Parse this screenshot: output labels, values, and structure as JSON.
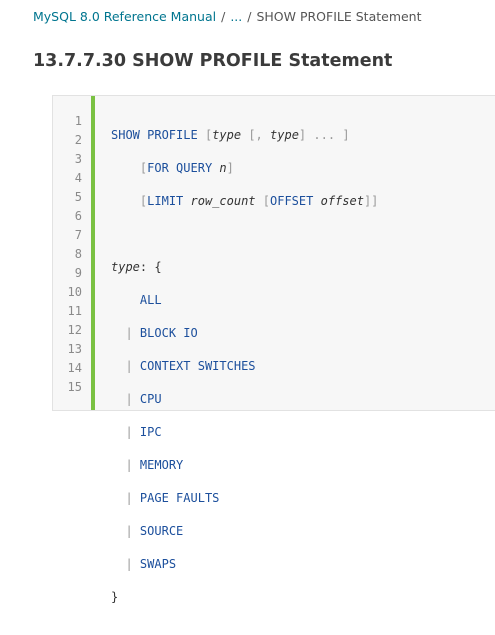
{
  "breadcrumb": {
    "manual": "MySQL 8.0 Reference Manual",
    "sep1": "/",
    "ellipsis": "...",
    "sep2": "/",
    "current": "SHOW PROFILE Statement"
  },
  "page_title": "13.7.7.30 SHOW PROFILE Statement",
  "code": {
    "line_numbers": [
      "1",
      "2",
      "3",
      "4",
      "5",
      "6",
      "7",
      "8",
      "9",
      "10",
      "11",
      "12",
      "13",
      "14",
      "15"
    ],
    "tokens": {
      "show_profile": "SHOW PROFILE",
      "lb": "[",
      "rb": "]",
      "comma": ",",
      "dots": "...",
      "type": "type",
      "for_query": "FOR QUERY",
      "n": "n",
      "limit": "LIMIT",
      "row_count": "row_count",
      "offset": "OFFSET",
      "offset_var": "offset",
      "rbb": "]]",
      "colon_brace": ": {",
      "pipe": "|",
      "close_brace": "}"
    },
    "types": [
      "ALL",
      "BLOCK IO",
      "CONTEXT SWITCHES",
      "CPU",
      "IPC",
      "MEMORY",
      "PAGE FAULTS",
      "SOURCE",
      "SWAPS"
    ]
  },
  "colors": {
    "keyword": "#1c4f9c",
    "punct": "#999999",
    "accent": "#7ac142",
    "link": "#00758f"
  }
}
